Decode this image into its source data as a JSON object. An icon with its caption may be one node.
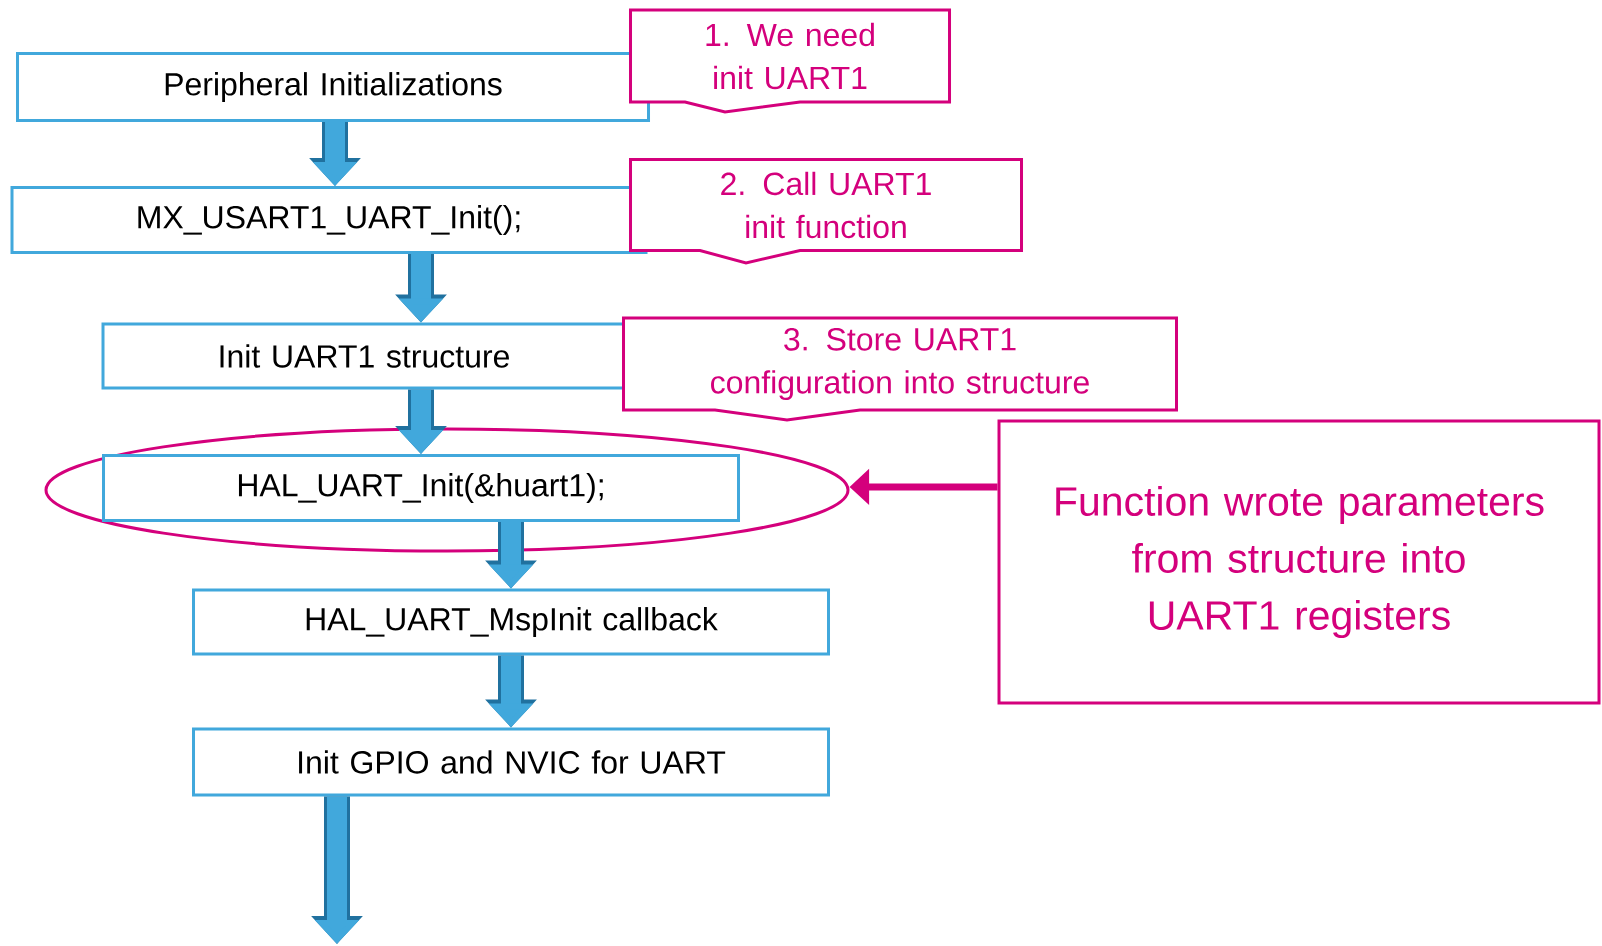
{
  "diagram": {
    "nodes": [
      {
        "text": [
          "Peripheral Initializations"
        ]
      },
      {
        "text": [
          "1. We need init UART1"
        ]
      },
      {
        "text": [
          "MX_USART1_UART_Init();"
        ]
      },
      {
        "text": [
          "2. Call UART1 init function"
        ]
      },
      {
        "text": [
          "Init UART1 structure"
        ]
      },
      {
        "text": [
          "3. Store UART1 configuration into structure"
        ]
      },
      {
        "text": [],
        "shape": "ellipse"
      },
      {
        "text": [
          "HAL_UART_Init(&huart1);"
        ],
        "in": 6
      },
      {
        "text": [
          "HAL_UART_MspInit callback"
        ]
      },
      {
        "text": [
          "Init GPIO and NVIC for UART"
        ]
      },
      {
        "text": [
          "Function wrote parameters from structure into UART1 registers"
        ]
      }
    ],
    "edges": [
      {
        "from": 0,
        "to": 2,
        "arrow": "to"
      },
      {
        "from": 2,
        "to": 4,
        "arrow": "to"
      },
      {
        "from": 4,
        "to": 7,
        "arrow": "to"
      },
      {
        "from": 7,
        "to": 8,
        "arrow": "to"
      },
      {
        "from": 8,
        "to": 9,
        "arrow": "to"
      },
      {
        "from": 9,
        "to": null,
        "arrow": "to"
      },
      {
        "from": 10,
        "to": 6,
        "arrow": "to",
        "color": "#d4007c"
      }
    ]
  }
}
